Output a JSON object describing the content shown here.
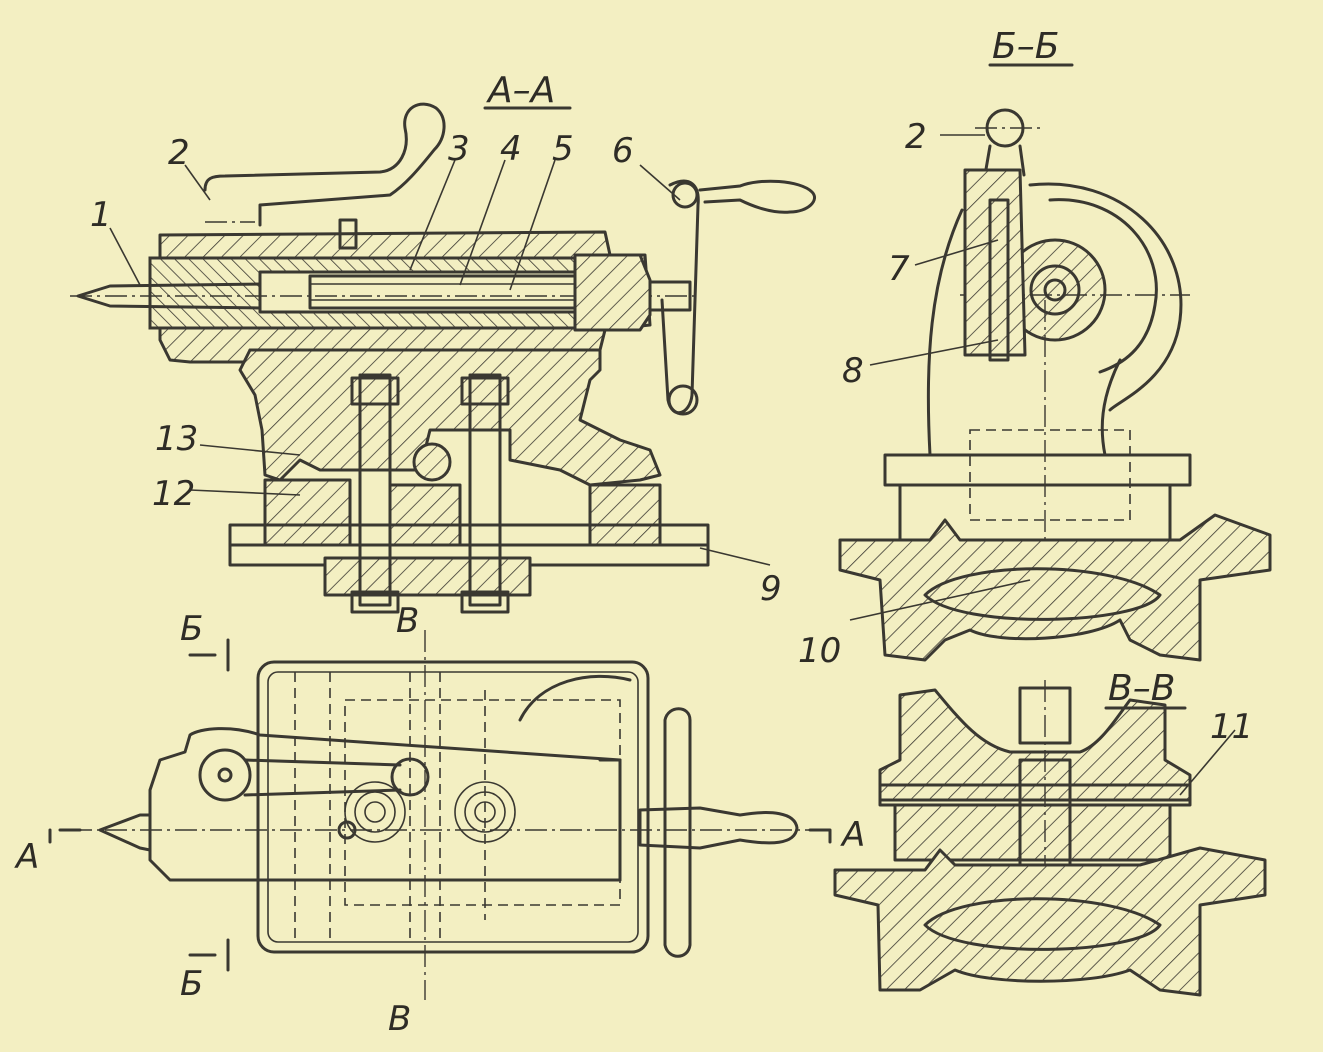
{
  "sections": {
    "aa": "А–А",
    "bb": "Б–Б",
    "vv": "В–В"
  },
  "cut_marks": {
    "a_left": "А",
    "a_right": "А",
    "b_top": "Б",
    "b_bottom": "Б",
    "v_top": "В",
    "v_bottom": "В"
  },
  "part_numbers": {
    "p1": "1",
    "p2": "2",
    "p3": "3",
    "p4": "4",
    "p5": "5",
    "p6": "6",
    "p9": "9",
    "p12": "12",
    "p13": "13",
    "p2b": "2",
    "p7": "7",
    "p8": "8",
    "p10": "10",
    "p11": "11"
  },
  "colors": {
    "paper": "#f3efc2",
    "ink": "#3a3831"
  }
}
